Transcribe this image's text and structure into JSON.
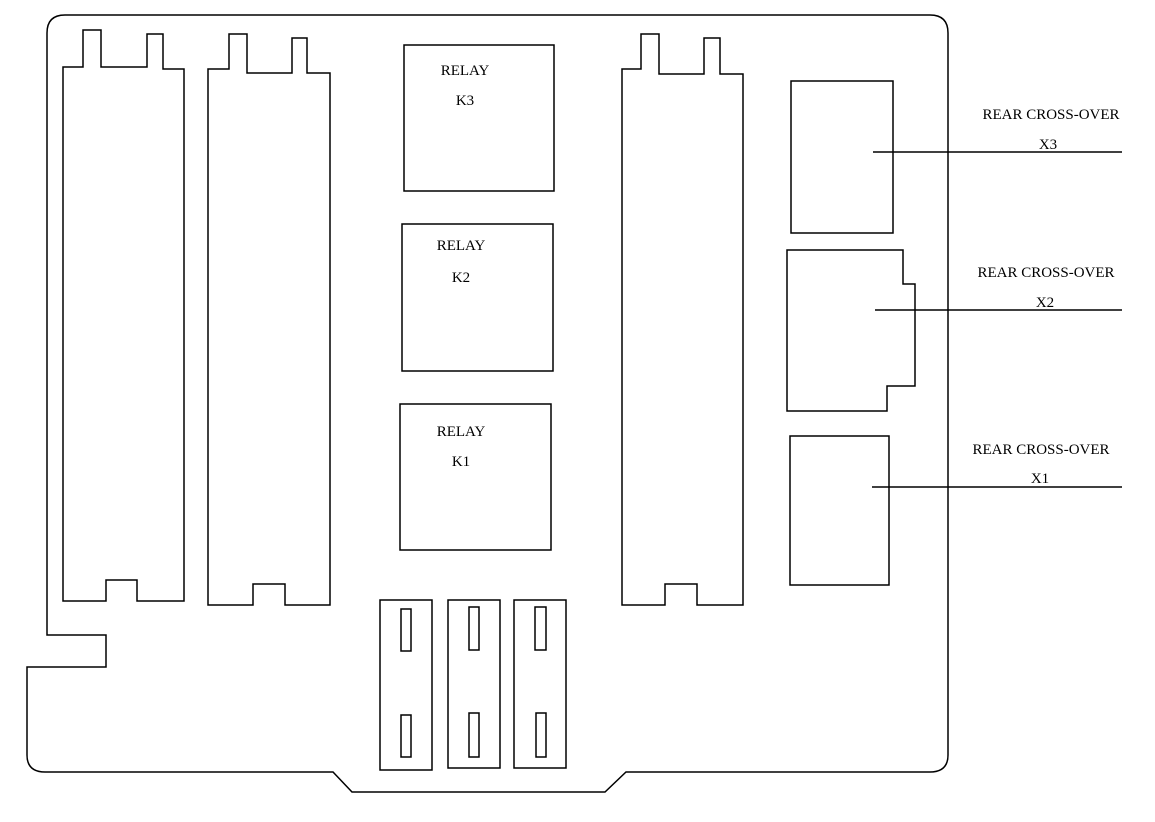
{
  "relays": [
    {
      "label": "RELAY",
      "id": "K3"
    },
    {
      "label": "RELAY",
      "id": "K2"
    },
    {
      "label": "RELAY",
      "id": "K1"
    }
  ],
  "crossovers": [
    {
      "label": "REAR CROSS-OVER",
      "id": "X3"
    },
    {
      "label": "REAR CROSS-OVER",
      "id": "X2"
    },
    {
      "label": "REAR CROSS-OVER",
      "id": "X1"
    }
  ],
  "colors": {
    "stroke": "#000000",
    "background": "#ffffff"
  }
}
